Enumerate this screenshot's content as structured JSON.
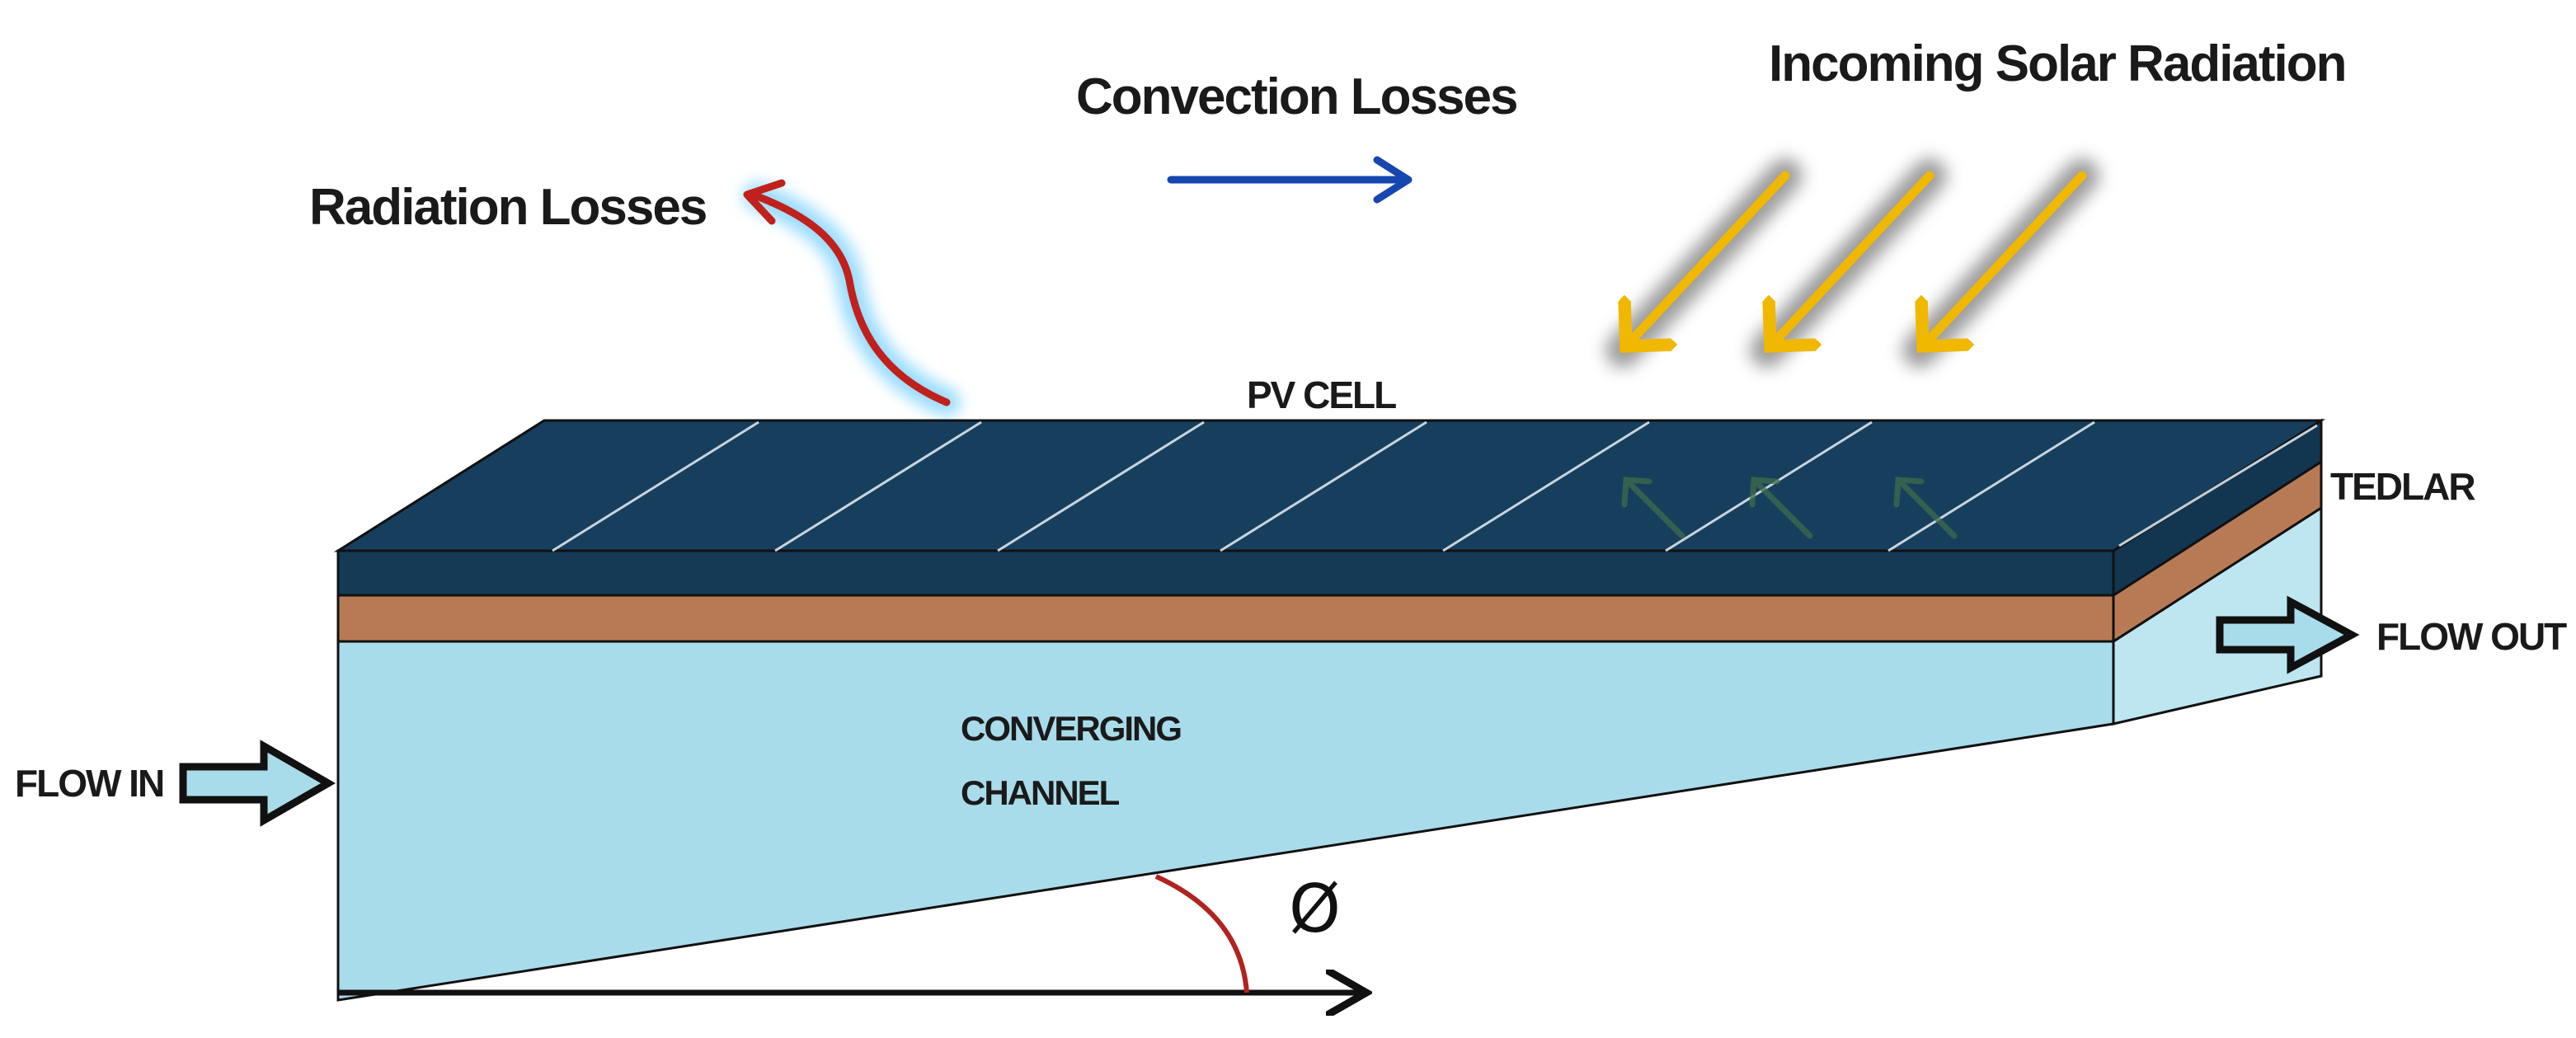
{
  "labels": {
    "incoming_solar": "Incoming Solar Radiation",
    "convection": "Convection Losses",
    "radiation": "Radiation Losses",
    "pv_cell": "PV CELL",
    "tedlar": "TEDLAR",
    "flow_out": "FLOW OUT",
    "flow_in": "FLOW IN",
    "channel_line1": "CONVERGING",
    "channel_line2": "CHANNEL",
    "angle_symbol": "Ø"
  },
  "colors": {
    "pv_top": "#163f5e",
    "pv_front": "#143a56",
    "pv_side": "#123650",
    "tedlar": "#b87a55",
    "channel": "#a9dcea",
    "channel_side": "#bde6f1",
    "solar_arrow": "#f0b800",
    "convection_arrow": "#1646b0",
    "radiation_arrow": "#c0211d",
    "flow_arrow_fill": "#a9dcea",
    "outline": "#111111"
  }
}
